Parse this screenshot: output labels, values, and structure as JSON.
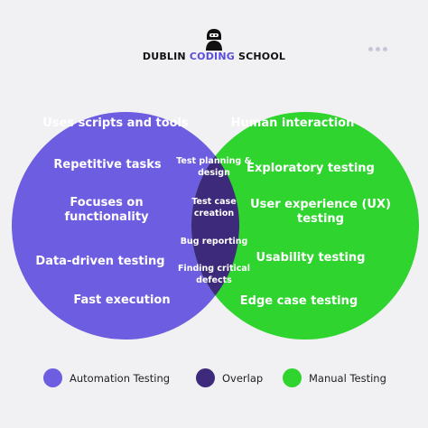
{
  "brand": {
    "part1": "DUBLIN ",
    "part2": "CODING",
    "part3": " SCHOOL",
    "highlight_color": "#5a4fd8"
  },
  "logo_icon": "ninja-coder-icon",
  "menu_icon": "more-dots-icon",
  "colors": {
    "automation": "#6d5de0",
    "overlap": "#3d2a7a",
    "manual": "#2fd42f",
    "background": "#f1f1f3"
  },
  "automation": {
    "items": [
      "Uses scripts and tools",
      "Repetitive tasks",
      "Focuses on\nfunctionality",
      "Data-driven testing",
      "Fast execution"
    ]
  },
  "overlap": {
    "items": [
      "Test planning &\ndesign",
      "Test case\ncreation",
      "Bug reporting",
      "Finding critical\ndefects"
    ]
  },
  "manual": {
    "items": [
      "Human interaction",
      "Exploratory testing",
      "User experience (UX)\ntesting",
      "Usability testing",
      "Edge case testing"
    ]
  },
  "legend": [
    {
      "label": "Automation Testing",
      "color": "#6d5de0"
    },
    {
      "label": "Overlap",
      "color": "#3d2a7a"
    },
    {
      "label": "Manual Testing",
      "color": "#2fd42f"
    }
  ]
}
